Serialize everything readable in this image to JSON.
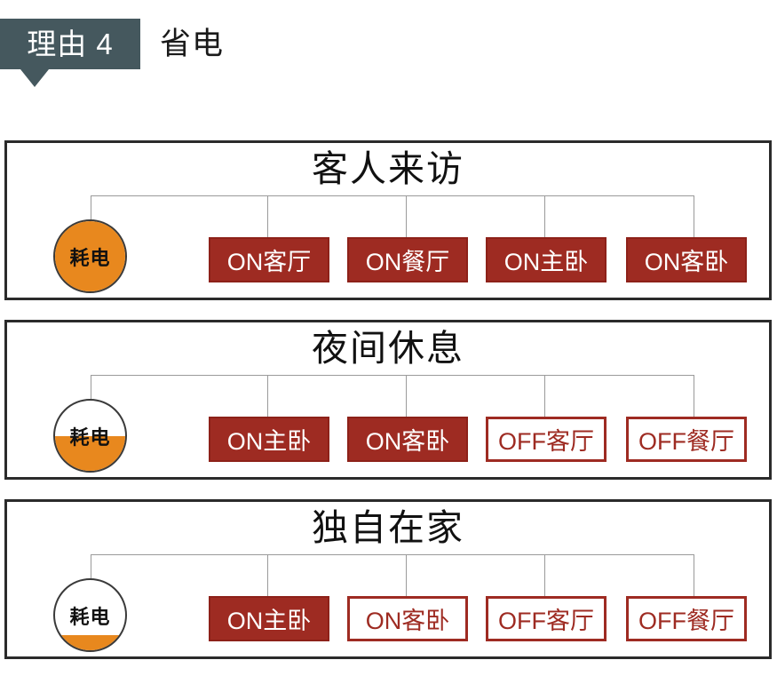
{
  "header": {
    "badge_label": "理由 4",
    "title": "省电",
    "badge_color": "#45585e",
    "title_color": "#1a1a1a"
  },
  "theme": {
    "panel_border": "#2b2b2b",
    "connector_line": "#9a9a9a",
    "gauge_fill": "#e8881e",
    "gauge_stroke": "#3a3a3a",
    "box_on_bg": "#9e2b22",
    "box_on_text": "#ffffff",
    "box_off_bg": "#ffffff",
    "box_off_border": "#9e2b22",
    "box_off_text": "#9e2b22"
  },
  "panels": [
    {
      "title": "客人来访",
      "gauge": {
        "label": "耗电",
        "fill_percent": 100
      },
      "boxes": [
        {
          "label": "ON客厅",
          "state": "on"
        },
        {
          "label": "ON餐厅",
          "state": "on"
        },
        {
          "label": "ON主卧",
          "state": "on"
        },
        {
          "label": "ON客卧",
          "state": "on"
        }
      ]
    },
    {
      "title": "夜间休息",
      "gauge": {
        "label": "耗电",
        "fill_percent": 50
      },
      "boxes": [
        {
          "label": "ON主卧",
          "state": "on"
        },
        {
          "label": "ON客卧",
          "state": "on"
        },
        {
          "label": "OFF客厅",
          "state": "off"
        },
        {
          "label": "OFF餐厅",
          "state": "off"
        }
      ]
    },
    {
      "title": "独自在家",
      "gauge": {
        "label": "耗电",
        "fill_percent": 22
      },
      "boxes": [
        {
          "label": "ON主卧",
          "state": "on"
        },
        {
          "label": "ON客卧",
          "state": "off"
        },
        {
          "label": "OFF客厅",
          "state": "off"
        },
        {
          "label": "OFF餐厅",
          "state": "off"
        }
      ]
    }
  ]
}
